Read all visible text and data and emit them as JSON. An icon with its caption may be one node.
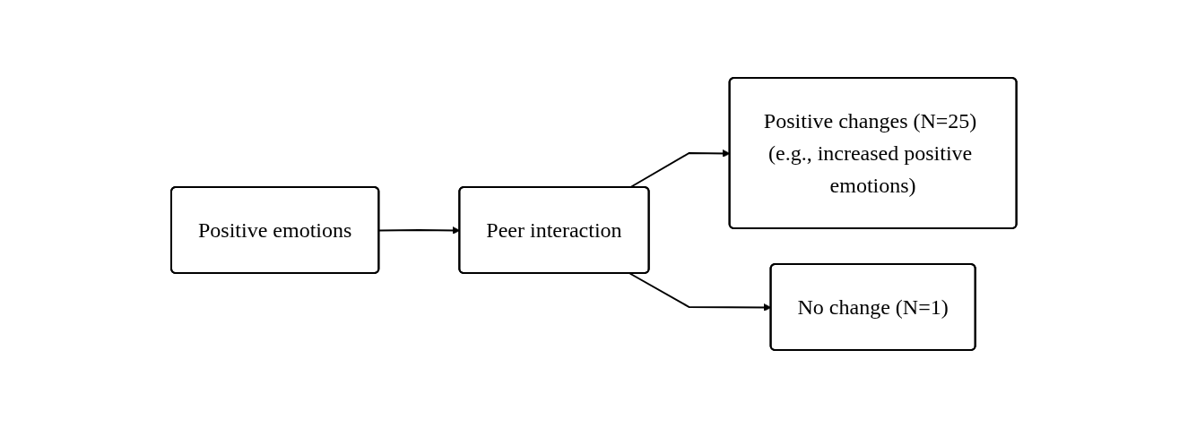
{
  "diagram": {
    "nodes": [
      {
        "text": [
          "Positive emotions"
        ]
      },
      {
        "text": [
          "Peer interaction"
        ]
      },
      {
        "text": [
          "Positive changes (N=25) (e.g., increased positive emotions)"
        ]
      },
      {
        "text": [
          "No change (N=1)"
        ]
      }
    ],
    "edges": [
      {
        "from": 0,
        "to": 1,
        "arrow": "to"
      },
      {
        "from": 1,
        "to": 2,
        "arrow": "to"
      },
      {
        "from": 1,
        "to": 3,
        "arrow": "to"
      }
    ]
  }
}
